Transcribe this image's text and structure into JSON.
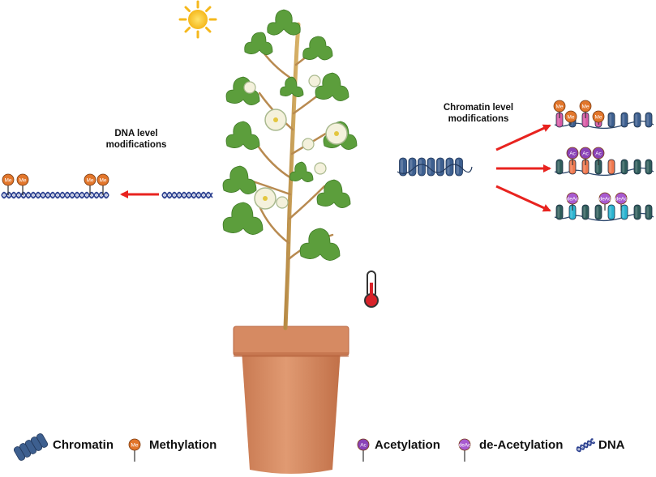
{
  "labels": {
    "dna_level": "DNA level\nmodifications",
    "chromatin_level": "Chromatin level\nmodifications"
  },
  "mark_text": {
    "methyl": "Me",
    "acetyl": "Ac",
    "deacetyl": "deAc"
  },
  "legend": [
    {
      "key": "chromatin",
      "label": "Chromatin",
      "icon": "chromatin-icon"
    },
    {
      "key": "methylation",
      "label": "Methylation",
      "icon": "methylation-icon"
    },
    {
      "key": "acetylation",
      "label": "Acetylation",
      "icon": "acetylation-icon"
    },
    {
      "key": "deacetylation",
      "label": "de-Acetylation",
      "icon": "deacetylation-icon"
    },
    {
      "key": "dna",
      "label": "DNA",
      "icon": "dna-icon"
    }
  ],
  "colors": {
    "arrow": "#e8231f",
    "dna_blue": "#2a3f8f",
    "nucleosome": "#3d5f8f",
    "methyl_orange": "#e2762b",
    "acetyl_purple": "#8a43b8",
    "deacetyl_purple": "#a85ad0",
    "histone_pink": "#d85aa5",
    "histone_coral": "#f0784e",
    "histone_cyan": "#2ab3d0",
    "histone_teal": "#2f5d5b",
    "pot": "#d2875f",
    "leaf": "#5c9e3c",
    "sun": "#f7c623"
  }
}
